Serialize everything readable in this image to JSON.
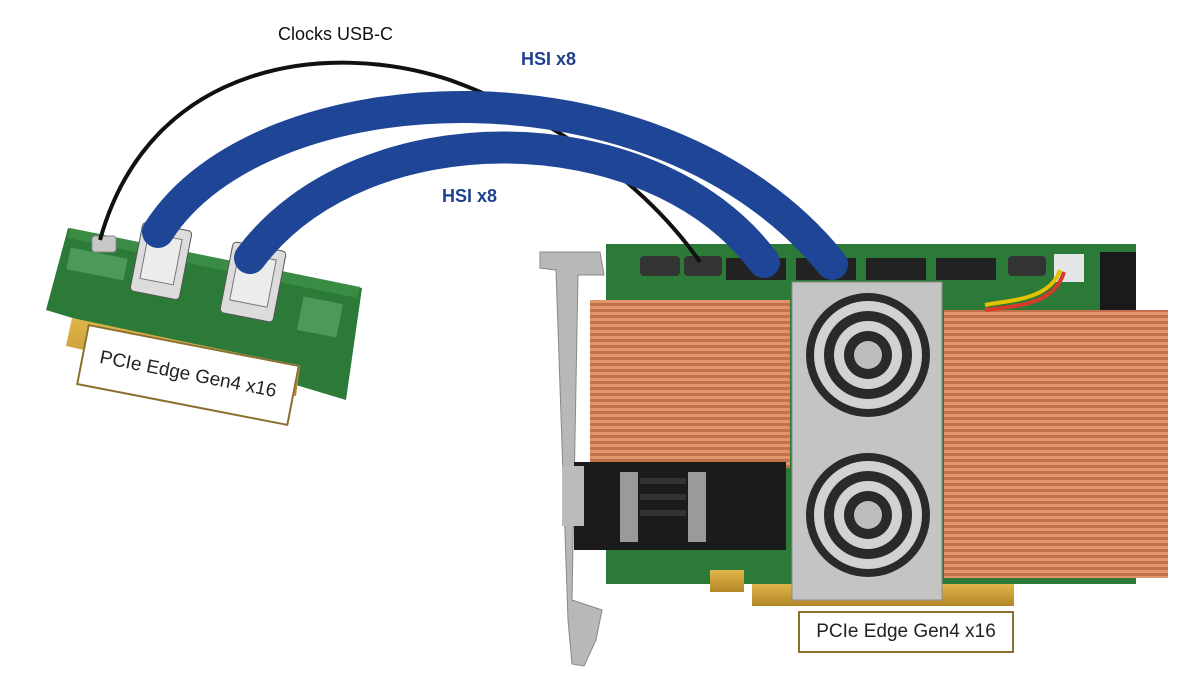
{
  "labels": {
    "clocks_cable": "Clocks USB-C",
    "hsi_top": "HSI x8",
    "hsi_middle": "HSI x8",
    "left_edge": "PCIe Edge Gen4 x16",
    "right_edge": "PCIe Edge Gen4 x16"
  },
  "colors": {
    "hsi_cable": "#1f4597",
    "clock_cable": "#111111",
    "pcb_green": "#2f7d3a",
    "copper": "#c9774f",
    "label_border": "#8b6f2e",
    "hsi_text": "#1f3f8f"
  }
}
